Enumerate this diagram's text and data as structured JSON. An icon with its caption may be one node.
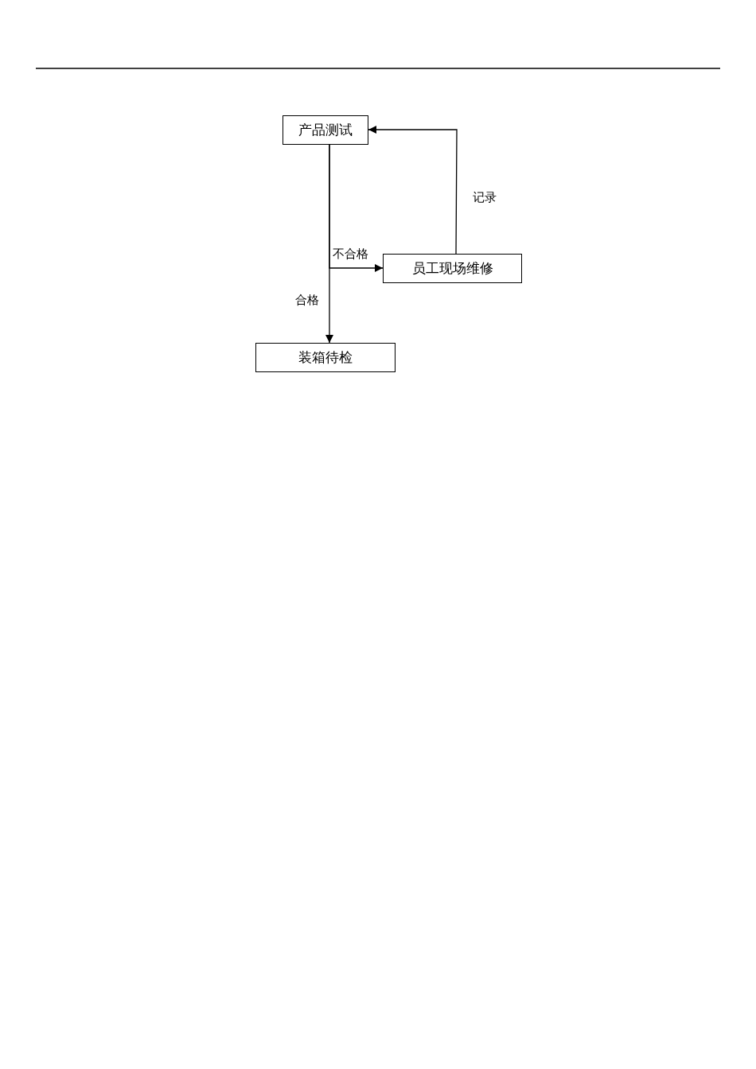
{
  "diagram": {
    "nodes": [
      {
        "text": [
          "产品测试"
        ]
      },
      {
        "text": [
          "员工现场维修"
        ]
      },
      {
        "text": [
          "装箱待检"
        ]
      }
    ],
    "edges": [
      {
        "from": 0,
        "to": 2,
        "arrow": "to",
        "label": "合格"
      },
      {
        "from": 0,
        "to": 1,
        "arrow": "to",
        "label": "不合格"
      },
      {
        "from": 1,
        "to": 0,
        "arrow": "to",
        "label": "记录"
      }
    ]
  }
}
